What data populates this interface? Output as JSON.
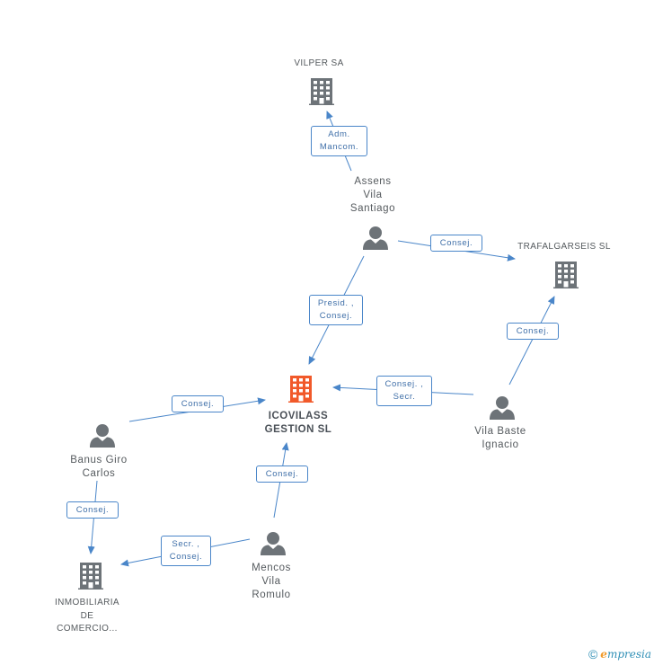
{
  "colors": {
    "edge": "#4a86c9",
    "node_gray": "#6d7378",
    "node_highlight": "#f1592a",
    "label_text": "#555a5e"
  },
  "nodes": {
    "vilper": {
      "label": "VILPER SA",
      "type": "company",
      "icon": "building-icon"
    },
    "trafalgarseis": {
      "label": "TRAFALGARSEIS SL",
      "type": "company",
      "icon": "building-icon"
    },
    "icovilass": {
      "label": "ICOVILASS\nGESTION  SL",
      "type": "company-main",
      "icon": "building-icon"
    },
    "inmobiliaria": {
      "label": "INMOBILIARIA\nDE\nCOMERCIO...",
      "type": "company",
      "icon": "building-icon"
    },
    "assens": {
      "label": "Assens\nVila\nSantiago",
      "type": "person",
      "icon": "person-icon"
    },
    "vila_baste": {
      "label": "Vila Baste\nIgnacio",
      "type": "person",
      "icon": "person-icon"
    },
    "banus": {
      "label": "Banus Giro\nCarlos",
      "type": "person",
      "icon": "person-icon"
    },
    "mencos": {
      "label": "Mencos\nVila\nRomulo",
      "type": "person",
      "icon": "person-icon"
    }
  },
  "edges": {
    "assens_vilper": {
      "label": "Adm.\nMancom."
    },
    "assens_trafalgarseis": {
      "label": "Consej."
    },
    "assens_icovilass": {
      "label": "Presid. ,\nConsej."
    },
    "vila_baste_trafalgarseis": {
      "label": "Consej."
    },
    "vila_baste_icovilass": {
      "label": "Consej. ,\nSecr."
    },
    "banus_icovilass": {
      "label": "Consej."
    },
    "banus_inmobiliaria": {
      "label": "Consej."
    },
    "mencos_icovilass": {
      "label": "Consej."
    },
    "mencos_inmobiliaria": {
      "label": "Secr. ,\nConsej."
    }
  },
  "footer": {
    "copyright_symbol": "©",
    "brand_initial": "e",
    "brand_rest": "mpresia"
  }
}
